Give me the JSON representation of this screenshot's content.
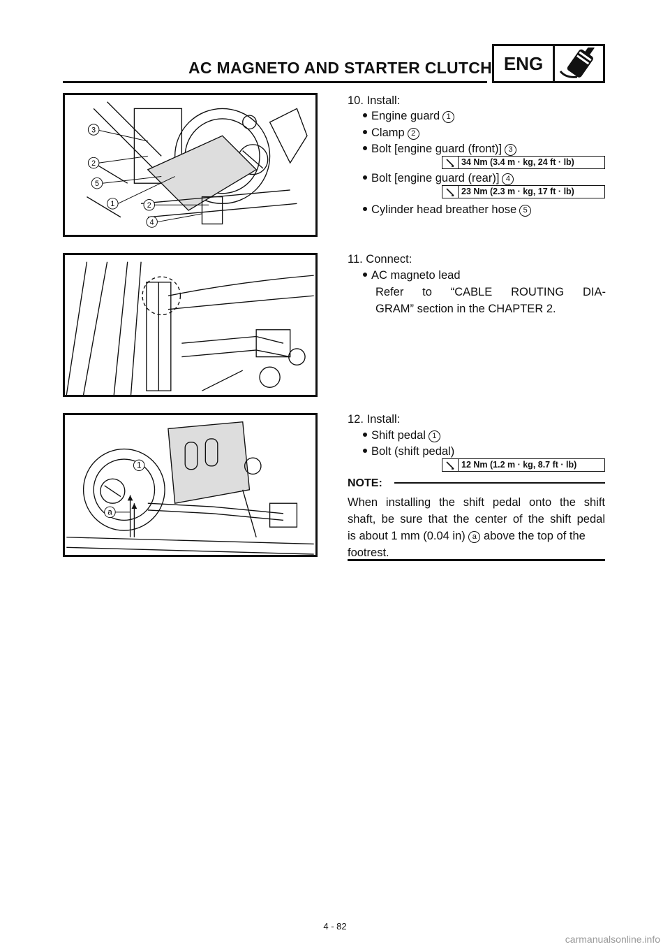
{
  "header": {
    "title": "AC MAGNETO AND STARTER CLUTCH",
    "section_badge": "ENG"
  },
  "step10": {
    "heading": "10. Install:",
    "items": [
      {
        "text": "Engine guard",
        "num": "1"
      },
      {
        "text": "Clamp",
        "num": "2"
      },
      {
        "text": "Bolt [engine guard (front)]",
        "num": "3"
      },
      {
        "text": "Bolt [engine guard (rear)]",
        "num": "4"
      },
      {
        "text": "Cylinder head breather hose",
        "num": "5"
      }
    ],
    "torque_front": "34 Nm (3.4 m · kg, 24 ft · lb)",
    "torque_rear": "23 Nm (2.3 m · kg, 17 ft · lb)",
    "figure_callouts": [
      "3",
      "2",
      "5",
      "1",
      "2",
      "4"
    ]
  },
  "step11": {
    "heading": "11. Connect:",
    "item": "AC magneto lead",
    "line1": "Refer to “CABLE ROUTING DIA-",
    "line2": "GRAM” section in the CHAPTER 2."
  },
  "step12": {
    "heading": "12. Install:",
    "items": [
      {
        "text": "Shift pedal",
        "num": "1"
      },
      {
        "text": "Bolt (shift pedal)",
        "num": ""
      }
    ],
    "torque": "12 Nm (1.2 m · kg, 8.7 ft · lb)",
    "figure_callouts": [
      "1",
      "a"
    ]
  },
  "note": {
    "label": "NOTE:",
    "line1": "When installing the shift pedal onto the shift",
    "line2": "shaft, be sure that the center of the shift pedal",
    "line3a": "is about 1 mm (0.04 in)",
    "marker": "a",
    "line3b": "above the top of the",
    "line4": "footrest."
  },
  "footer": {
    "page": "4 - 82",
    "watermark": "carmanualsonline.info"
  }
}
